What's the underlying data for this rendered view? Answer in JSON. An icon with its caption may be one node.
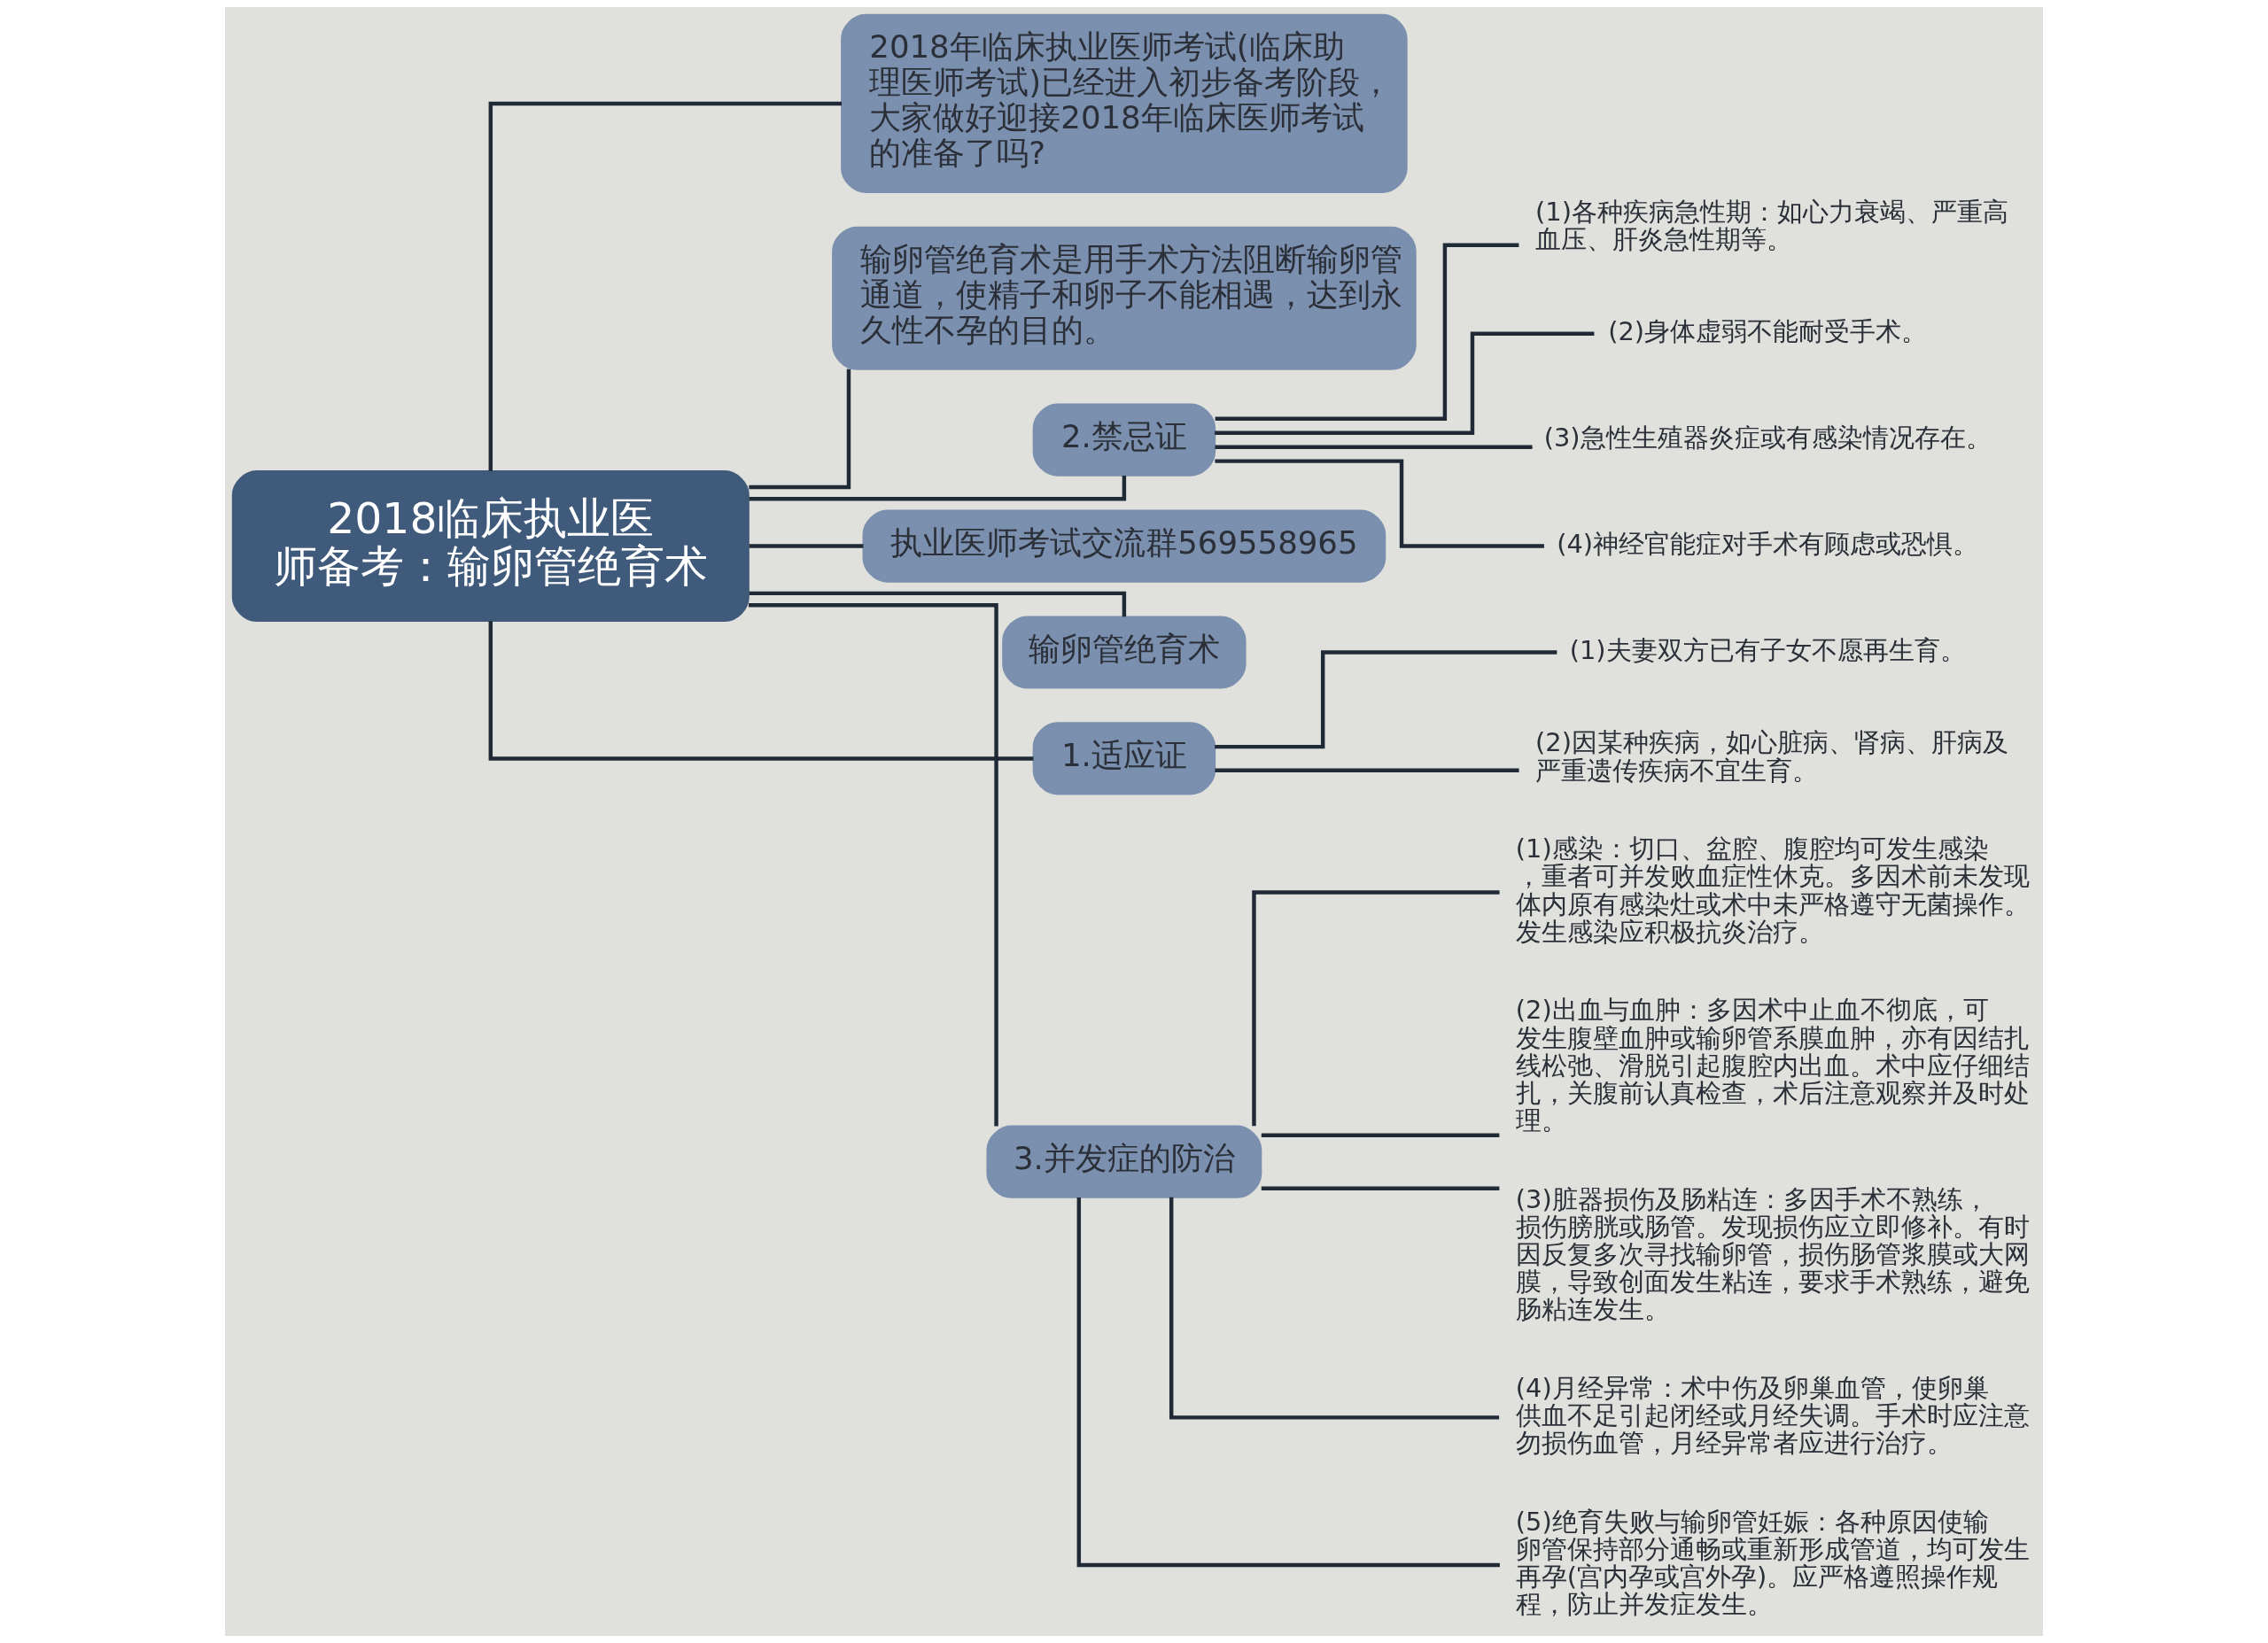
{
  "diagram": {
    "nodes": [
      {
        "text": [
          "2018临床执业医师备考：输卵管绝育术"
        ]
      },
      {
        "text": [
          "2018年临床执业医师考试(临床助理医师考试)已经进入初步备考阶段，大家做好迎接2018年临床医师考试的准备了吗?"
        ]
      },
      {
        "text": [
          "输卵管绝育术是用手术方法阻断输卵管通道，使精子和卵子不能相遇，达到永久性不孕的目的。"
        ]
      },
      {
        "text": [
          "2.禁忌证"
        ]
      },
      {
        "text": [
          "(1)各种疾病急性期：如心力衰竭、严重高血压、肝炎急性期等。"
        ]
      },
      {
        "text": [
          "(2)身体虚弱不能耐受手术。"
        ]
      },
      {
        "text": [
          "(3)急性生殖器炎症或有感染情况存在。"
        ]
      },
      {
        "text": [
          "(4)神经官能症对手术有顾虑或恐惧。"
        ]
      },
      {
        "text": [
          "执业医师考试交流群569558965"
        ]
      },
      {
        "text": [
          "输卵管绝育术"
        ]
      },
      {
        "text": [
          "1.适应证"
        ]
      },
      {
        "text": [
          "(1)夫妻双方已有子女不愿再生育。"
        ]
      },
      {
        "text": [
          "(2)因某种疾病，如心脏病、肾病、肝病及严重遗传疾病不宜生育。"
        ]
      },
      {
        "text": [
          "3.并发症的防治"
        ]
      },
      {
        "text": [
          "(1)感染：切口、盆腔、腹腔均可发生感染，重者可并发败血症性休克。多因术前未发现体内原有感染灶或术中未严格遵守无菌操作。发生感染应积极抗炎治疗。"
        ]
      },
      {
        "text": [
          "(2)出血与血肿：多因术中止血不彻底，可发生腹壁血肿或输卵管系膜血肿，亦有因结扎线松弛、滑脱引起腹腔内出血。术中应仔细结扎，关腹前认真检查，术后注意观察并及时处理。"
        ]
      },
      {
        "text": [
          "(3)脏器损伤及肠粘连：多因手术不熟练，损伤膀胱或肠管。发现损伤应立即修补。有时因反复多次寻找输卵管，损伤肠管浆膜或大网膜，导致创面发生粘连，要求手术熟练，避免肠粘连发生。"
        ]
      },
      {
        "text": [
          "(4)月经异常：术中伤及卵巢血管，使卵巢供血不足引起闭经或月经失调。手术时应注意勿损伤血管，月经异常者应进行治疗。"
        ]
      },
      {
        "text": [
          "(5)绝育失败与输卵管妊娠：各种原因使输卵管保持部分通畅或重新形成管道，均可发生再孕(宫内孕或宫外孕)。应严格遵照操作规程，防止并发症发生。"
        ]
      }
    ],
    "edges": [
      {
        "from": 0,
        "to": 1,
        "arrow": "none"
      },
      {
        "from": 0,
        "to": 2,
        "arrow": "none"
      },
      {
        "from": 0,
        "to": 3,
        "arrow": "none"
      },
      {
        "from": 3,
        "to": 4,
        "arrow": "none"
      },
      {
        "from": 3,
        "to": 5,
        "arrow": "none"
      },
      {
        "from": 3,
        "to": 6,
        "arrow": "none"
      },
      {
        "from": 3,
        "to": 7,
        "arrow": "none"
      },
      {
        "from": 0,
        "to": 8,
        "arrow": "none"
      },
      {
        "from": 0,
        "to": 9,
        "arrow": "none"
      },
      {
        "from": 0,
        "to": 10,
        "arrow": "none"
      },
      {
        "from": 10,
        "to": 11,
        "arrow": "none"
      },
      {
        "from": 10,
        "to": 12,
        "arrow": "none"
      },
      {
        "from": 0,
        "to": 13,
        "arrow": "none"
      },
      {
        "from": 13,
        "to": 14,
        "arrow": "none"
      },
      {
        "from": 13,
        "to": 15,
        "arrow": "none"
      },
      {
        "from": 13,
        "to": 16,
        "arrow": "none"
      },
      {
        "from": 13,
        "to": 17,
        "arrow": "none"
      },
      {
        "from": 13,
        "to": 18,
        "arrow": "none"
      }
    ]
  }
}
